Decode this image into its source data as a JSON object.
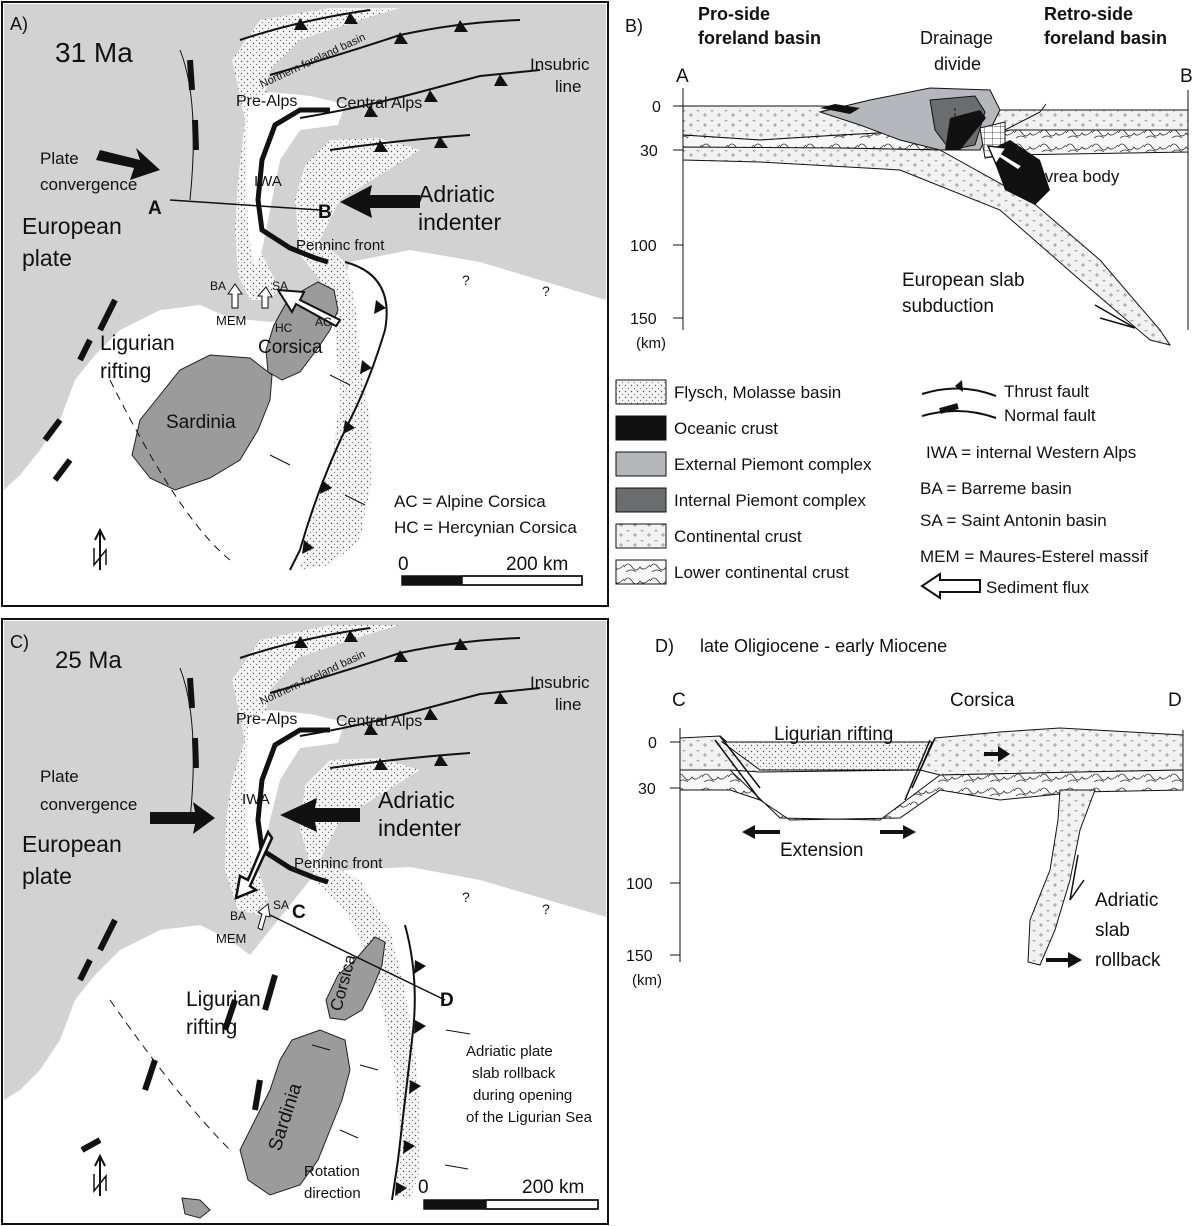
{
  "panel_a": {
    "letter": "A)",
    "age": "31 Ma",
    "labels": {
      "northern_foreland": "Northern foreland basin",
      "insubric_1": "Insubric",
      "insubric_2": "line",
      "pre_alps": "Pre-Alps",
      "central_alps": "Central Alps",
      "plate_conv_1": "Plate",
      "plate_conv_2": "convergence",
      "iwa": "IWA",
      "adriatic_1": "Adriatic",
      "adriatic_2": "indenter",
      "point_a": "A",
      "point_b": "B",
      "european_1": "European",
      "european_2": "plate",
      "penninc": "Penninc front",
      "q1": "?",
      "q2": "?",
      "ba": "BA",
      "sa": "SA",
      "mem": "MEM",
      "hc": "HC",
      "ac": "AC",
      "corsica": "Corsica",
      "ligurian_1": "Ligurian",
      "ligurian_2": "rifting",
      "sardinia": "Sardinia",
      "ac_def": "AC = Alpine Corsica",
      "hc_def": "HC = Hercynian Corsica"
    },
    "scale": {
      "zero": "0",
      "end": "200 km"
    }
  },
  "panel_b": {
    "letter": "B)",
    "pro_1": "Pro-side",
    "pro_2": "foreland basin",
    "retro_1": "Retro-side",
    "retro_2": "foreland basin",
    "drain_1": "Drainage",
    "drain_2": "divide",
    "end_a": "A",
    "end_b": "B",
    "ivrea": "Ivrea body",
    "slab_1": "European slab",
    "slab_2": "subduction",
    "depth_ticks": [
      "0",
      "30",
      "100",
      "150"
    ],
    "depth_unit": "(km)"
  },
  "legend": {
    "items": [
      "Flysch, Molasse basin",
      "Oceanic crust",
      "External Piemont complex",
      "Internal Piemont complex",
      "Continental crust",
      "Lower continental crust"
    ],
    "thrust": "Thrust fault",
    "normal": "Normal fault",
    "iwa_def": "IWA = internal Western Alps",
    "ba_def": "BA = Barreme basin",
    "sa_def": "SA = Saint Antonin basin",
    "mem_def": "MEM = Maures-Esterel massif",
    "flux": "Sediment flux"
  },
  "panel_c": {
    "letter": "C)",
    "age": "25 Ma",
    "labels": {
      "northern_foreland": "Northern foreland basin",
      "insubric_1": "Insubric",
      "insubric_2": "line",
      "pre_alps": "Pre-Alps",
      "central_alps": "Central Alps",
      "plate_conv_1": "Plate",
      "plate_conv_2": "convergence",
      "iwa": "IWA",
      "adriatic_1": "Adriatic",
      "adriatic_2": "indenter",
      "european_1": "European",
      "european_2": "plate",
      "penninc": "Penninc front",
      "q1": "?",
      "q2": "?",
      "ba": "BA",
      "sa": "SA",
      "mem": "MEM",
      "point_c": "C",
      "point_d": "D",
      "corsica": "Corsica",
      "ligurian_1": "Ligurian",
      "ligurian_2": "rifting",
      "sardinia": "Sardinia",
      "rollback_1": "Adriatic plate",
      "rollback_2": "slab rollback",
      "rollback_3": "during opening",
      "rollback_4": "of the Ligurian Sea",
      "rotation_1": "Rotation",
      "rotation_2": "direction"
    },
    "scale": {
      "zero": "0",
      "end": "200 km"
    }
  },
  "panel_d": {
    "letter": "D)",
    "title": "late Oligiocene - early Miocene",
    "end_c": "C",
    "end_d": "D",
    "corsica": "Corsica",
    "ligurian": "Ligurian rifting",
    "extension": "Extension",
    "adr_1": "Adriatic",
    "adr_2": "slab",
    "adr_3": "rollback",
    "depth_ticks": [
      "0",
      "30",
      "100",
      "150"
    ],
    "depth_unit": "(km)"
  },
  "colors": {
    "land_gray": "#d2d2d2",
    "island_gray": "#9b9b9b",
    "ext_piemont": "#b4b8bd",
    "int_piemont": "#6a6d70",
    "oceanic": "#111111",
    "basin": "#f3f3f3"
  }
}
